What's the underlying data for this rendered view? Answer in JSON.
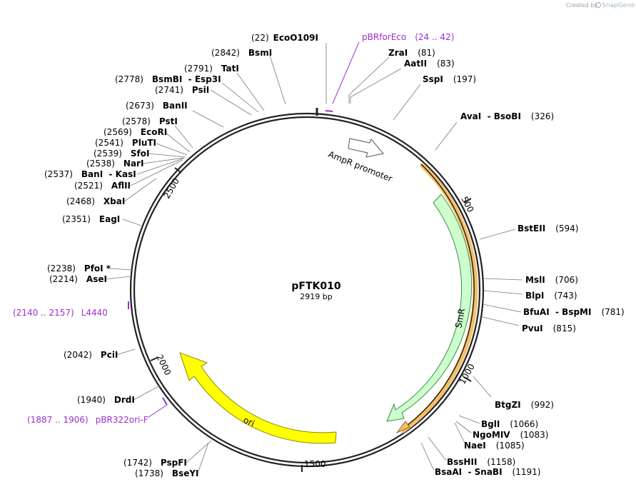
{
  "credit": {
    "prefix": "Created by",
    "brand": "SnapGene"
  },
  "plasmid": {
    "name": "pFTK010",
    "size_label": "2919 bp",
    "length": 2919
  },
  "ticks": [
    "500",
    "1000",
    "1500",
    "2000",
    "2500"
  ],
  "features": {
    "ampr_promoter": "AmpR promoter",
    "smr": "SmR",
    "ori": "ori"
  },
  "colors": {
    "backbone": "#222222",
    "primer": "#9b2fd0",
    "smr_fill": "#ccffcc",
    "ori_fill": "#ffff00",
    "orf_fill": "#f4c06a"
  },
  "sites": [
    {
      "pos": "(22)",
      "name": "EcoO109I"
    },
    {
      "pos": "(81)",
      "name": "ZraI"
    },
    {
      "pos": "(83)",
      "name": "AatII"
    },
    {
      "pos": "(197)",
      "name": "SspI"
    },
    {
      "pos": "(326)",
      "name": "AvaI  - BsoBI"
    },
    {
      "pos": "(594)",
      "name": "BstEII"
    },
    {
      "pos": "(706)",
      "name": "MslI"
    },
    {
      "pos": "(743)",
      "name": "BlpI"
    },
    {
      "pos": "(781)",
      "name": "BfuAI  - BspMI"
    },
    {
      "pos": "(815)",
      "name": "PvuI"
    },
    {
      "pos": "(992)",
      "name": "BtgZI"
    },
    {
      "pos": "(1066)",
      "name": "BglI"
    },
    {
      "pos": "(1083)",
      "name": "NgoMIV"
    },
    {
      "pos": "(1085)",
      "name": "NaeI"
    },
    {
      "pos": "(1158)",
      "name": "BssHII"
    },
    {
      "pos": "(1191)",
      "name": "BsaAI  - SnaBI"
    },
    {
      "pos": "(1742)",
      "name": "PspFI"
    },
    {
      "pos": "(1738)",
      "name": "BseYI"
    },
    {
      "pos": "(1940)",
      "name": "DrdI"
    },
    {
      "pos": "(2042)",
      "name": "PciI"
    },
    {
      "pos": "(2214)",
      "name": "AseI"
    },
    {
      "pos": "(2238)",
      "name": "PfoI *"
    },
    {
      "pos": "(2351)",
      "name": "EagI"
    },
    {
      "pos": "(2468)",
      "name": "XbaI"
    },
    {
      "pos": "(2521)",
      "name": "AflII"
    },
    {
      "pos": "(2537)",
      "name": "BanI  - KasI"
    },
    {
      "pos": "(2538)",
      "name": "NarI"
    },
    {
      "pos": "(2539)",
      "name": "SfoI"
    },
    {
      "pos": "(2541)",
      "name": "PluTI"
    },
    {
      "pos": "(2569)",
      "name": "EcoRI"
    },
    {
      "pos": "(2578)",
      "name": "PstI"
    },
    {
      "pos": "(2673)",
      "name": "BanII"
    },
    {
      "pos": "(2741)",
      "name": "PsiI"
    },
    {
      "pos": "(2778)",
      "name": "BsmBI  - Esp3I"
    },
    {
      "pos": "(2791)",
      "name": "TatI"
    },
    {
      "pos": "(2842)",
      "name": "BsmI"
    }
  ],
  "primers": [
    {
      "name": "pBRforEco",
      "range": "(24 .. 42)"
    },
    {
      "name": "L4440",
      "range": "(2140 .. 2157)"
    },
    {
      "name": "pBR322ori-F",
      "range": "(1887 .. 1906)"
    }
  ]
}
